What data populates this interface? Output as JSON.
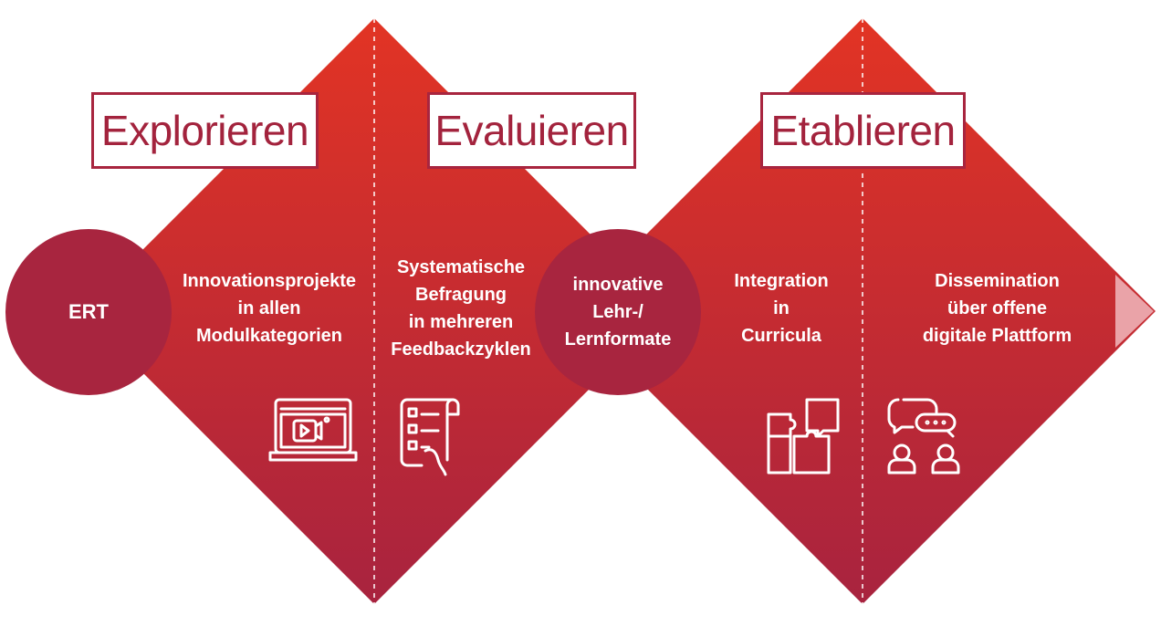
{
  "phases": [
    {
      "title": "Explorieren"
    },
    {
      "title": "Evaluieren"
    },
    {
      "title": "Etablieren"
    }
  ],
  "circles": {
    "start": "ERT",
    "middle": [
      "innovative",
      "Lehr-/",
      "Lernformate"
    ]
  },
  "steps": [
    {
      "lines": [
        "Innovationsprojekte",
        "in allen",
        "Modulkategorien"
      ],
      "icon": "laptop-video-icon"
    },
    {
      "lines": [
        "Systematische",
        "Befragung",
        "in mehreren",
        "Feedbackzyklen"
      ],
      "icon": "survey-checklist-icon"
    },
    {
      "lines": [
        "Integration",
        "in",
        "Curricula"
      ],
      "icon": "puzzle-icon"
    },
    {
      "lines": [
        "Dissemination",
        "über offene",
        "digitale Plattform"
      ],
      "icon": "discussion-people-icon"
    }
  ],
  "colors": {
    "gradient_top": "#e23424",
    "gradient_bottom": "#a8233f",
    "circle": "#a8253f",
    "arrow": "#eaa3a8"
  }
}
